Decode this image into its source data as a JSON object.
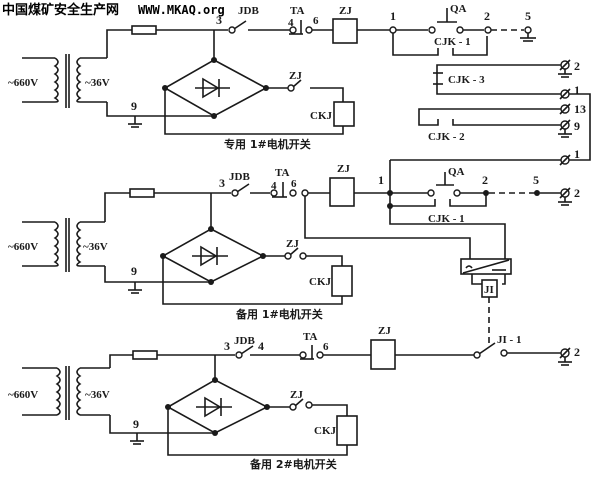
{
  "header": {
    "site_name": "中国煤矿安全生产网",
    "site_url": "WWW.MKAQ.org"
  },
  "circuits": [
    {
      "caption": "专用 1#电机开关",
      "primary_voltage": "~660V",
      "secondary_voltage": "~36V",
      "node_3": "3",
      "node_9": "9",
      "switch_label": "JDB",
      "ta_label": "TA",
      "ta_in": "4",
      "ta_out": "6",
      "relay_label": "ZJ",
      "contact_label": "ZJ",
      "coil_label": "CKJ"
    },
    {
      "caption": "备用 1#电机开关",
      "primary_voltage": "~660V",
      "secondary_voltage": "~36V",
      "node_3": "3",
      "node_9": "9",
      "switch_label": "JDB",
      "ta_label": "TA",
      "ta_in": "4",
      "ta_out": "6",
      "relay_label": "ZJ",
      "contact_label": "ZJ",
      "coil_label": "CKJ"
    },
    {
      "caption": "备用 2#电机开关",
      "primary_voltage": "~660V",
      "secondary_voltage": "~36V",
      "node_3": "3",
      "node_4": "4",
      "node_9": "9",
      "switch_label": "JDB",
      "ta_label": "TA",
      "ta_out": "6",
      "relay_label": "ZJ",
      "contact_label": "ZJ",
      "coil_label": "CKJ"
    }
  ],
  "top_right": {
    "node_1": "1",
    "node_2": "2",
    "node_5": "5",
    "qa_label": "QA",
    "cjk1_label": "CJK - 1",
    "cjk3_label": "CJK - 3",
    "cjk2_label": "CJK - 2",
    "terminals": [
      "2",
      "1",
      "13",
      "9",
      "1"
    ]
  },
  "mid_right": {
    "node_1": "1",
    "node_2": "2",
    "node_5": "5",
    "qa_label": "QA",
    "cjk1_label": "CJK - 1",
    "terminal_2": "2",
    "relay_ji_label": "JI"
  },
  "bottom_right": {
    "ji_contact_label": "JI - 1",
    "terminal_2": "2"
  }
}
